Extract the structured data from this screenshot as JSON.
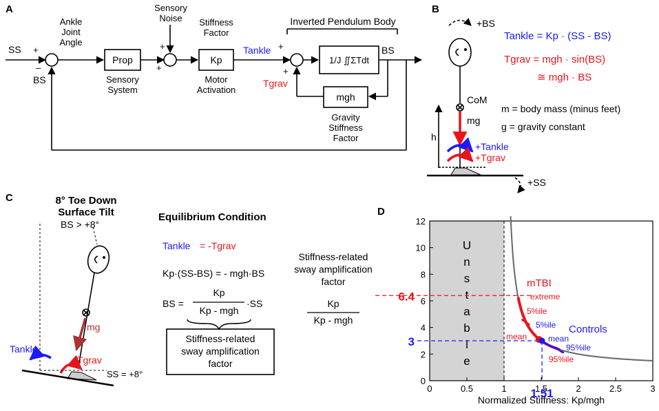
{
  "panelA": {
    "letter": "A",
    "ss": "SS",
    "bs": "BS",
    "plus": "+",
    "minus": "–",
    "ankle_angle": [
      "Ankle",
      "Joint",
      "Angle"
    ],
    "sensory_noise": [
      "Sensory",
      "Noise"
    ],
    "stiffness_factor": [
      "Stiffness",
      "Factor"
    ],
    "inverted_pendulum": "Inverted Pendulum Body",
    "prop": "Prop",
    "sensory_system": [
      "Sensory",
      "System"
    ],
    "kp": "Kp",
    "motor_activation": [
      "Motor",
      "Activation"
    ],
    "t_ankle": "Tankle",
    "t_grav": "Tgrav",
    "integrator": "1/J ∬ΣTdt",
    "mgh": "mgh",
    "gravity_stiffness": [
      "Gravity",
      "Stiffness",
      "Factor"
    ]
  },
  "panelB": {
    "letter": "B",
    "plus_bs": "+BS",
    "eq1": "Tankle = Kp · (SS - BS)",
    "eq2": "Tgrav = mgh · sin(BS)",
    "eq3": "≅ mgh · BS",
    "com": "CoM",
    "mg": "mg",
    "m_def": "m = body mass (minus feet)",
    "g_def": "g = gravity constant",
    "h": "h",
    "plus_tankle": "+Tankle",
    "plus_tgrav": "+Tgrav",
    "plus_ss": "+SS"
  },
  "panelC": {
    "letter": "C",
    "title": [
      "8° Toe Down",
      "Surface Tilt"
    ],
    "bs_gt": "BS > +8°",
    "mg": "mg",
    "t_ankle": "Tankle",
    "t_grav": "Tgrav",
    "ss_eq": "SS = +8°",
    "eq_title": "Equilibrium Condition",
    "eq1_a": "Tankle",
    "eq1_b": "= -Tgrav",
    "eq2": "Kp·(SS-BS) = - mgh·BS",
    "eq3_lhs": "BS =",
    "eq3_num": "Kp",
    "eq3_den": "Kp - mgh",
    "eq3_rhs": "·SS",
    "box_label": [
      "Stiffness-related",
      "sway amplification",
      "factor"
    ]
  },
  "panelD": {
    "letter": "D",
    "side_label": [
      "Stiffness-related",
      "sway amplification",
      "factor"
    ],
    "side_num": "Kp",
    "side_den": "Kp - mgh",
    "unstable": "Unstable",
    "mtbi": "mTBI",
    "controls": "Controls",
    "extreme": "extreme",
    "pct5_red": "5%ile",
    "mean_red": "mean",
    "pct95_red": "95%ile",
    "pct5_blue": "5%ile",
    "mean_blue": "mean",
    "pct95_blue": "95%ile",
    "mark_64": "6.4",
    "mark_3": "3",
    "mark_151": "1.51",
    "colors": {
      "red": "#e8141b",
      "blue": "#1a1aff",
      "gray_curve": "#666666",
      "unstable_fill": "#d4d4d4"
    }
  },
  "chart_data": {
    "type": "line",
    "xlabel": "Normalized Stiffness: Kp/mgh",
    "ylabel": "",
    "xlim": [
      0,
      3
    ],
    "ylim": [
      0,
      12
    ],
    "xticks": [
      "0",
      "0.5",
      "1",
      "1.5",
      "2",
      "2.5",
      "3"
    ],
    "yticks": [
      "0",
      "2",
      "4",
      "6",
      "8",
      "10",
      "12"
    ],
    "series": [
      {
        "x": [
          1.1,
          1.15,
          1.2,
          1.3,
          1.4,
          1.5,
          1.6,
          1.8,
          2.0,
          2.25,
          2.5,
          2.75,
          3.0
        ],
        "y": [
          11.0,
          7.67,
          6.0,
          4.33,
          3.5,
          3.0,
          2.67,
          2.25,
          2.0,
          1.8,
          1.67,
          1.57,
          1.5
        ]
      }
    ],
    "unstable_region_x": [
      0,
      1
    ],
    "mtbi": {
      "extreme": [
        1.19,
        6.4
      ],
      "pct5": [
        1.29,
        4.4
      ],
      "mean": [
        1.47,
        3.1
      ],
      "pct95": [
        1.75,
        2.3
      ]
    },
    "controls": {
      "pct5": [
        1.49,
        3.05
      ],
      "mean": [
        1.51,
        3.0
      ],
      "pct95": [
        1.74,
        2.3
      ]
    },
    "reference_lines": {
      "y": [
        6.4,
        3
      ],
      "x": [
        1.51
      ]
    }
  }
}
